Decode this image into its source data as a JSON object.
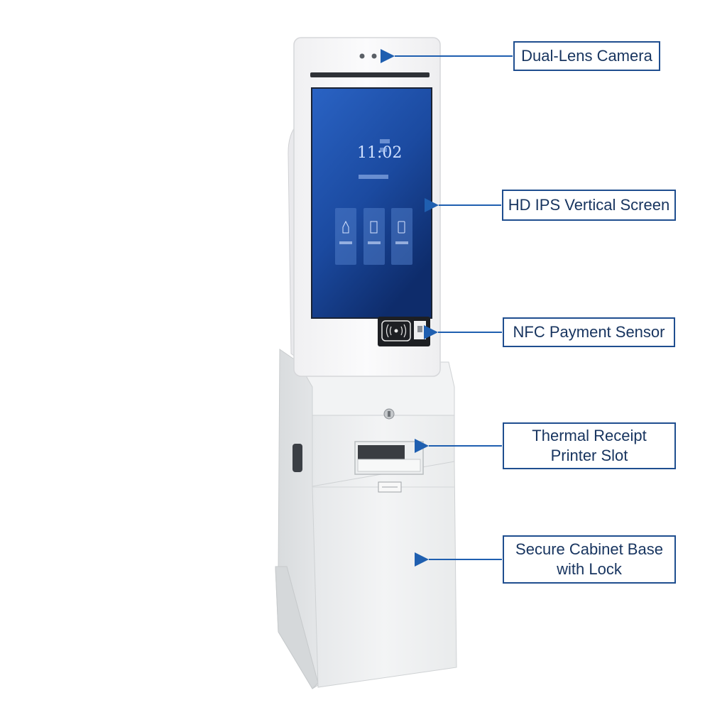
{
  "callouts": {
    "camera": "Dual-Lens Camera",
    "screen": "HD IPS Vertical Screen",
    "nfc": "NFC Payment Sensor",
    "printer": [
      "Thermal Receipt",
      "Printer Slot"
    ],
    "cabinet": [
      "Secure Cabinet Base",
      "with Lock"
    ]
  },
  "kiosk_screen": {
    "clock": "11:02"
  },
  "colors": {
    "callout_border": "#1f4e8f",
    "callout_text": "#17345f",
    "arrow": "#1f5fb0",
    "screen_top": "#1d4fa6",
    "screen_bottom": "#0f2f6f",
    "cabinet": "#eef0f1"
  }
}
